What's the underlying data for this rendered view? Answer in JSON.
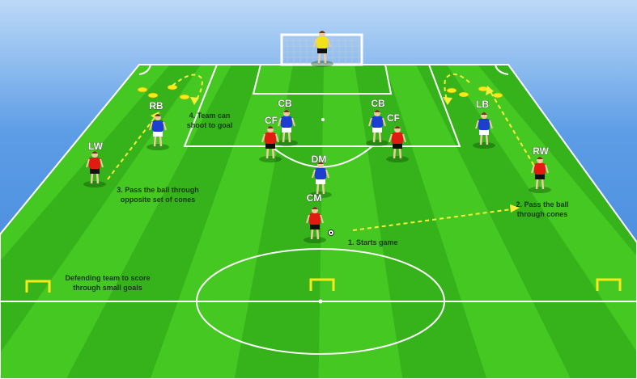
{
  "players": [
    {
      "label": "RB",
      "team": "blue"
    },
    {
      "label": "LW",
      "team": "red"
    },
    {
      "label": "CB",
      "team": "blue"
    },
    {
      "label": "CF",
      "team": "red"
    },
    {
      "label": "DM",
      "team": "blue"
    },
    {
      "label": "CM",
      "team": "red"
    },
    {
      "label": "CB",
      "team": "blue"
    },
    {
      "label": "CF",
      "team": "red"
    },
    {
      "label": "LB",
      "team": "blue"
    },
    {
      "label": "RW",
      "team": "red"
    }
  ],
  "notes": {
    "step1": "1. Starts game",
    "step2_line1": "2. Pass the ball",
    "step2_line2": "through cones",
    "step3_line1": "3. Pass the ball through",
    "step3_line2": "opposite set of cones",
    "step4_line1": "4. Team can",
    "step4_line2": "shoot to goal",
    "defend_line1": "Defending team to score",
    "defend_line2": "through small goals"
  },
  "colors": {
    "red_team": "#e01b10",
    "blue_team": "#1c3fd0",
    "goalkeeper": "#f2e21a",
    "pitch": "#3dbb1c",
    "arrow": "#f5f03a",
    "sky": "#4a8ee0"
  }
}
